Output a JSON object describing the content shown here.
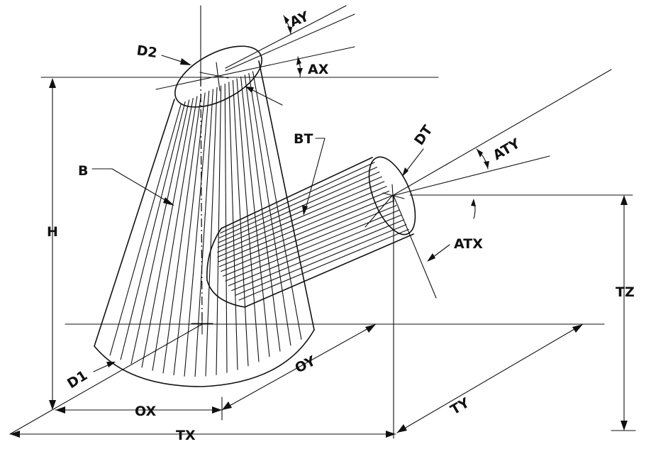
{
  "labels": {
    "ay": "AY",
    "d2": "D2",
    "ax": "AX",
    "bt": "BT",
    "dt": "DT",
    "aty": "ATY",
    "b": "B",
    "h": "H",
    "atx": "ATX",
    "tz": "TZ",
    "d1": "D1",
    "oy": "OY",
    "ty": "TY",
    "ox": "OX",
    "tx": "TX"
  },
  "colors": {
    "ink": "#111111",
    "paper": "#ffffff"
  }
}
